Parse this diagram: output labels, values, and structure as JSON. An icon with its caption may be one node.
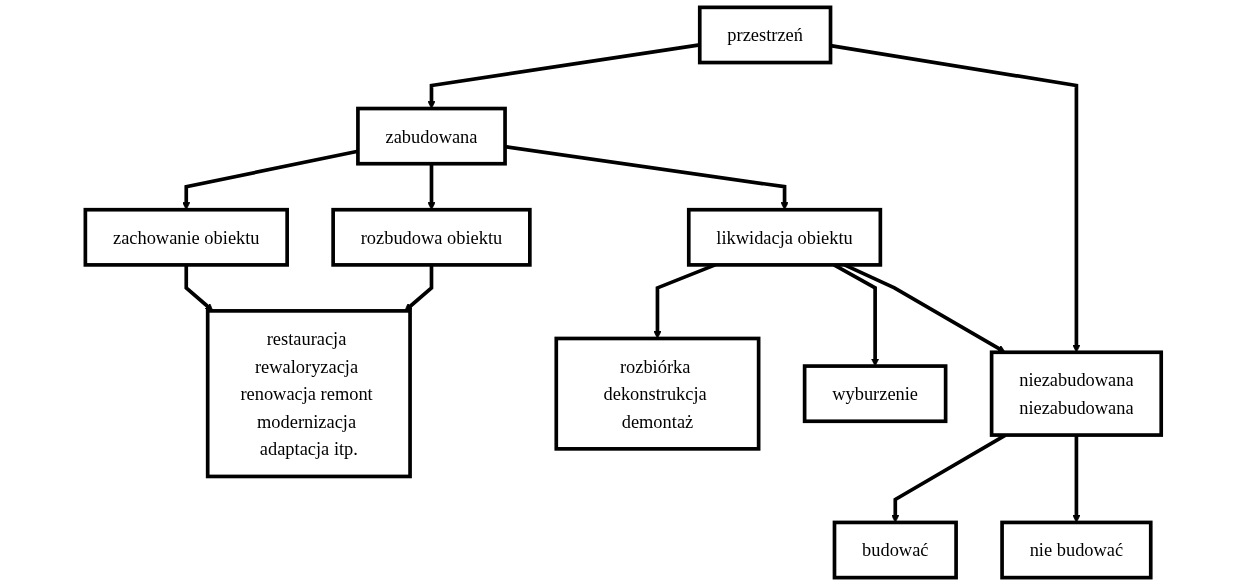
{
  "diagram": {
    "nodes": [
      {
        "text": [
          "przestrzeń"
        ]
      },
      {
        "text": [
          "zabudowana"
        ]
      },
      {
        "text": [
          "niezabudowana",
          "niezabudowana"
        ]
      },
      {
        "text": [
          "rozbudowa obiektu"
        ]
      },
      {
        "text": [
          "zachowanie obiektu"
        ]
      },
      {
        "text": [
          "likwidacja obiektu"
        ]
      },
      {
        "text": [
          "restauracja rewaloryzacja renowacja remont modernizacja adaptacja itp."
        ]
      },
      {
        "text": [
          "rozbiórka dekonstrukcja demontaż"
        ]
      },
      {
        "text": [
          "wyburzenie"
        ]
      },
      {
        "text": [
          "budować"
        ]
      },
      {
        "text": [
          "nie budować"
        ]
      }
    ],
    "edges": [
      {
        "from": 0,
        "to": 1,
        "arrow": "to"
      },
      {
        "from": 1,
        "to": 3,
        "arrow": "to"
      },
      {
        "from": 1,
        "to": 4,
        "arrow": "to"
      },
      {
        "from": 1,
        "to": 5,
        "arrow": "to"
      },
      {
        "from": 3,
        "to": 6,
        "arrow": "to"
      },
      {
        "from": 4,
        "to": 6,
        "arrow": "to"
      },
      {
        "from": 0,
        "to": 2,
        "arrow": "to"
      },
      {
        "from": 5,
        "to": 2,
        "arrow": "to"
      },
      {
        "from": 5,
        "to": 7,
        "arrow": "to"
      },
      {
        "from": 5,
        "to": 8,
        "arrow": "to"
      },
      {
        "from": 2,
        "to": 9,
        "arrow": "to"
      },
      {
        "from": 2,
        "to": 10,
        "arrow": "to"
      }
    ]
  }
}
